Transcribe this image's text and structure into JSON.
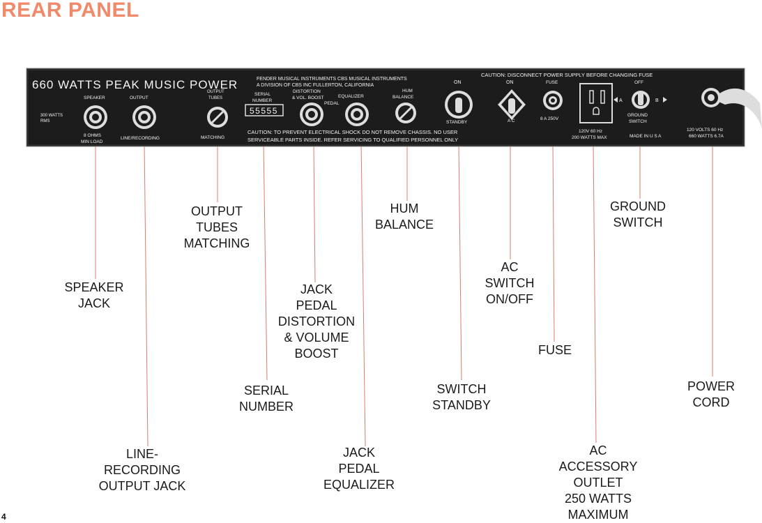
{
  "page_title": "REAR PANEL",
  "page_number": "4",
  "colors": {
    "accent": "#f08a6a",
    "panel": "#1c1c1c",
    "leader": "#e07a6a"
  },
  "panel": {
    "brand": "660 WATTS PEAK MUSIC POWER",
    "maker_line1": "FENDER MUSICAL INSTRUMENTS  CBS MUSICAL INSTRUMENTS",
    "maker_line2": "A DIVISION OF CBS INC  FULLERTON, CALIFORNIA",
    "caution_top": "CAUTION: DISCONNECT POWER SUPPLY BEFORE CHANGING FUSE",
    "caution_mid1": "CAUTION: TO PREVENT ELECTRICAL SHOCK DO NOT REMOVE CHASSIS.  NO USER",
    "caution_mid2": "SERVICEABLE PARTS INSIDE.  REFER SERVICING TO QUALIFIED PERSONNEL ONLY",
    "watts_rms_1": "300 WATTS",
    "watts_rms_2": "RMS",
    "speaker_label": "SPEAKER",
    "speaker_ohms_1": "8 OHMS",
    "speaker_ohms_2": "MIN LOAD",
    "output_label": "OUTPUT",
    "line_rec": "LINE/RECORDING",
    "output_tubes_1": "OUTPUT",
    "output_tubes_2": "TUBES",
    "matching": "MATCHING",
    "serial_1": "SERIAL",
    "serial_2": "NUMBER",
    "serial_value": "55555",
    "distortion_1": "DISTORTION",
    "distortion_2": "& VOL. BOOST",
    "pedal": "PEDAL",
    "equalizer": "EQUALIZER",
    "hum_1": "HUM",
    "hum_2": "BALANCE",
    "on_1": "ON",
    "standby": "STANDBY",
    "on_2": "ON",
    "ac": "A C",
    "fuse": "FUSE",
    "fuse_rating": "8 A 250V",
    "outlet_1": "120V 60 Hz",
    "outlet_2": "200 WATTS MAX",
    "off": "OFF",
    "a": "A",
    "b": "B",
    "ground_1": "GROUND",
    "ground_2": "SWITCH",
    "made_in": "MADE IN U S A",
    "power_1": "120 VOLTS 60 Hz",
    "power_2": "660 WATTS 6.7A"
  },
  "callouts": {
    "speaker_jack": [
      "SPEAKER",
      "JACK"
    ],
    "line_recording": [
      "LINE-",
      "RECORDING",
      "OUTPUT JACK"
    ],
    "output_tubes": [
      "OUTPUT",
      "TUBES",
      "MATCHING"
    ],
    "serial_number": [
      "SERIAL",
      "NUMBER"
    ],
    "jack_pedal_distortion": [
      "JACK",
      "PEDAL",
      "DISTORTION",
      "& VOLUME",
      "BOOST"
    ],
    "jack_pedal_equalizer": [
      "JACK",
      "PEDAL",
      "EQUALIZER"
    ],
    "hum_balance": [
      "HUM",
      "BALANCE"
    ],
    "switch_standby": [
      "SWITCH",
      "STANDBY"
    ],
    "ac_switch": [
      "AC",
      "SWITCH",
      "ON/OFF"
    ],
    "fuse": [
      "FUSE"
    ],
    "ac_outlet": [
      "AC",
      "ACCESSORY",
      "OUTLET",
      "250 WATTS",
      "MAXIMUM"
    ],
    "ground_switch": [
      "GROUND",
      "SWITCH"
    ],
    "power_cord": [
      "POWER",
      "CORD"
    ]
  }
}
